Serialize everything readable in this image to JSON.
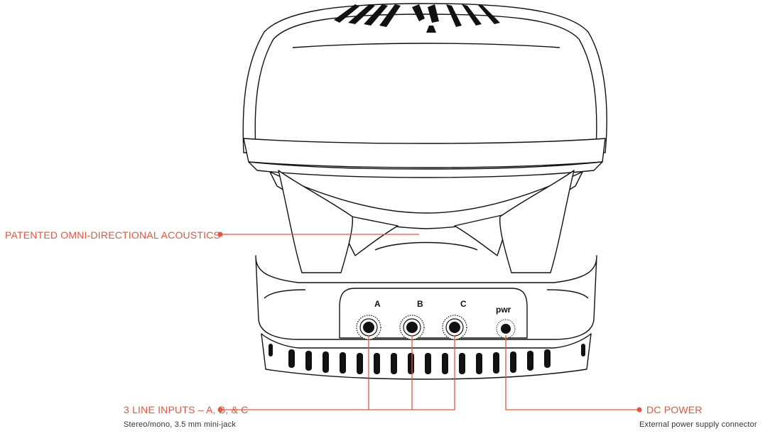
{
  "colors": {
    "accent": "#e8553a",
    "outline": "#111111",
    "body_fill": "#ffffff",
    "caption": "#333333"
  },
  "callouts": {
    "acoustics": {
      "title": "PATENTED OMNI-DIRECTIONAL ACOUSTICS"
    },
    "line_inputs": {
      "title": "3 LINE INPUTS – A, B, & C",
      "subtitle": "Stereo/mono, 3.5 mm mini-jack"
    },
    "dc_power": {
      "title": "DC POWER",
      "subtitle": "External power supply connector"
    }
  },
  "ports": {
    "a": "A",
    "b": "B",
    "c": "C",
    "pwr": "pwr"
  }
}
